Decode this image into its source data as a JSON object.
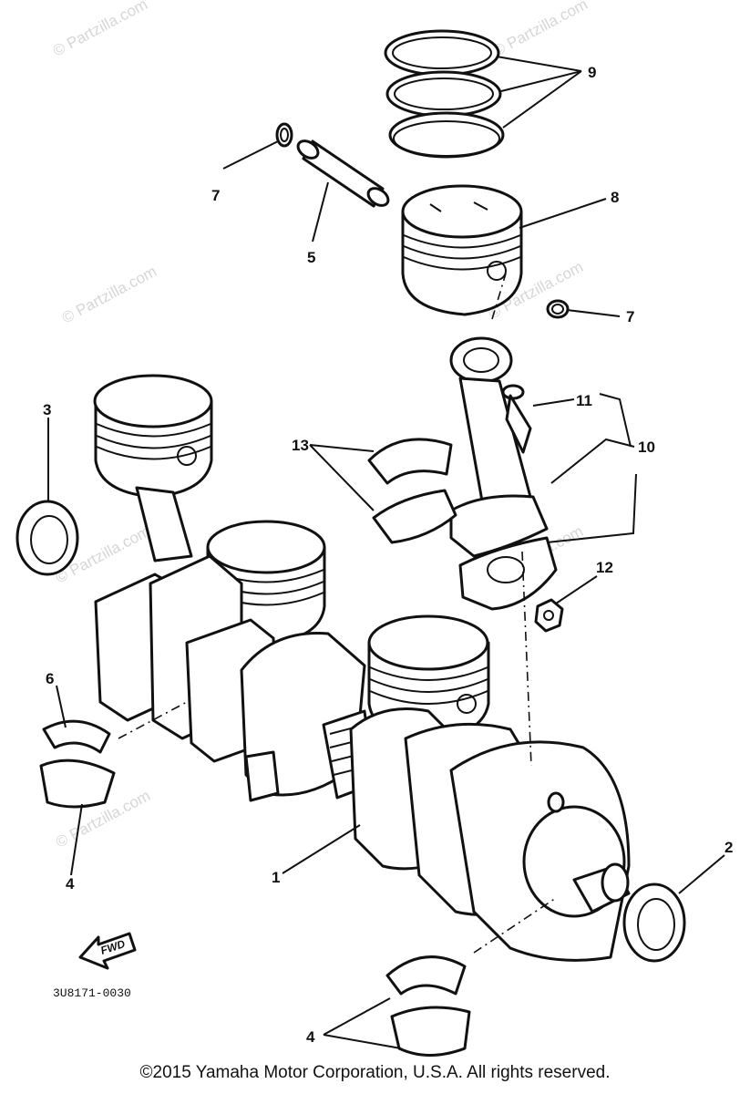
{
  "watermark": "© Partzilla.com",
  "part_code": "3U8171-0030",
  "fwd_label": "FWD",
  "copyright": "©2015 Yamaha Motor Corporation, U.S.A. All rights reserved.",
  "callouts": {
    "c1": "1",
    "c2": "2",
    "c3": "3",
    "c4a": "4",
    "c4b": "4",
    "c5": "5",
    "c6": "6",
    "c7a": "7",
    "c7b": "7",
    "c8": "8",
    "c9": "9",
    "c10": "10",
    "c11": "11",
    "c12": "12",
    "c13": "13"
  }
}
